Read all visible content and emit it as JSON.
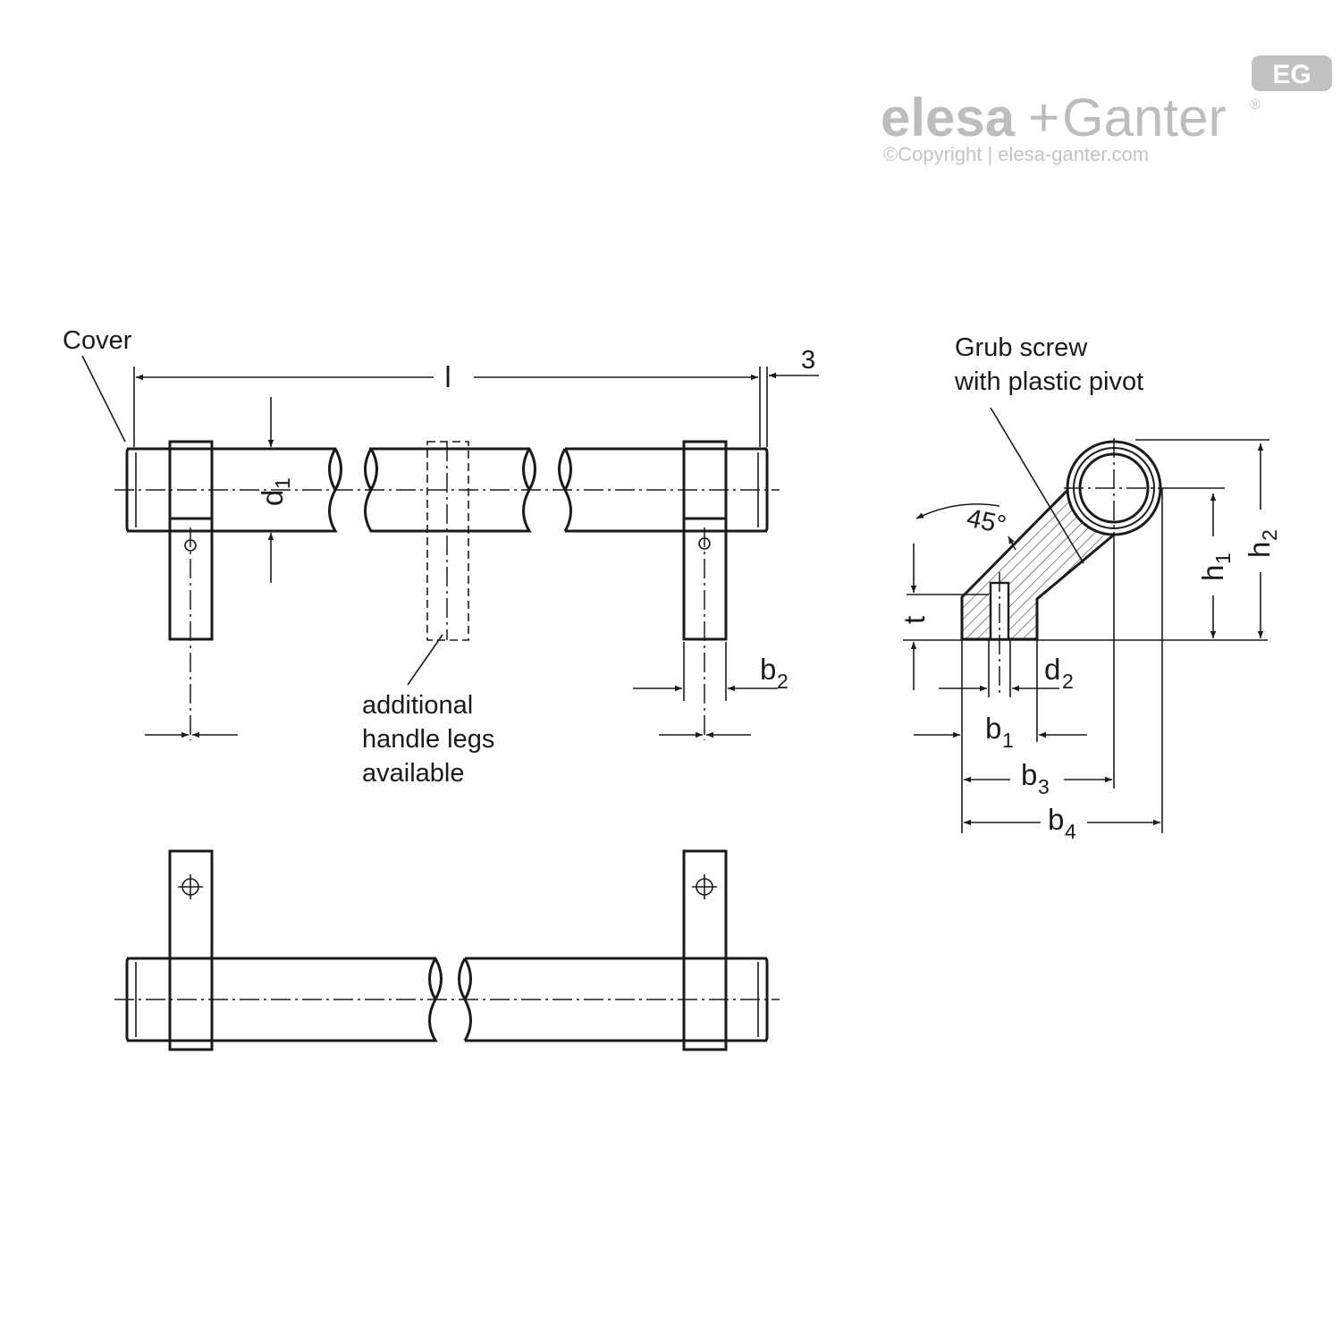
{
  "logo": {
    "badge": "EG",
    "brand_left": "elesa",
    "plus": "+",
    "brand_right": "Ganter",
    "registered": "®",
    "copyright": "©Copyright | elesa-ganter.com"
  },
  "front_view": {
    "cover_label": "Cover",
    "dim_l": "l",
    "dim_3": "3",
    "dim_d": "d",
    "dim_d_sub": "1",
    "dim_b2": "b",
    "dim_b2_sub": "2",
    "legs_note": [
      "additional",
      "handle legs",
      "available"
    ]
  },
  "side_view": {
    "grub_label": [
      "Grub screw",
      "with plastic pivot"
    ],
    "angle": "45°",
    "dim_t": "t",
    "dim_h1": "h",
    "dim_h1_sub": "1",
    "dim_h2": "h",
    "dim_h2_sub": "2",
    "dim_d2": "d",
    "dim_d2_sub": "2",
    "dim_b1": "b",
    "dim_b1_sub": "1",
    "dim_b3": "b",
    "dim_b3_sub": "3",
    "dim_b4": "b",
    "dim_b4_sub": "4"
  }
}
